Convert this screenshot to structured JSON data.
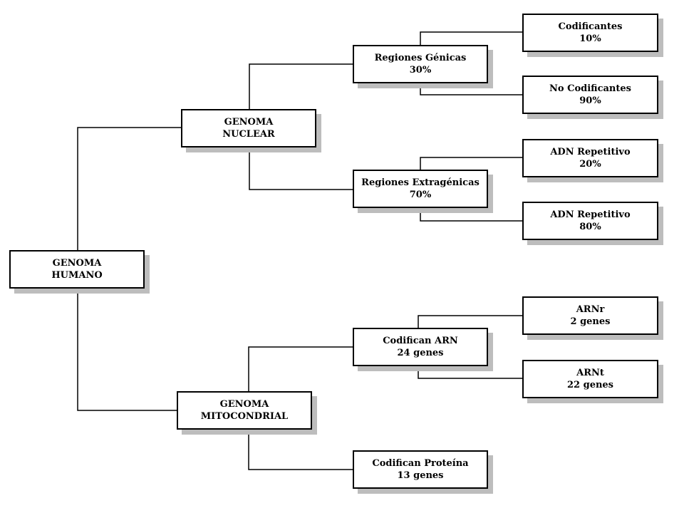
{
  "nodes": {
    "genoma_humano": {
      "line1": "GENOMA",
      "line2": "HUMANO"
    },
    "genoma_nuclear": {
      "line1": "GENOMA",
      "line2": "NUCLEAR"
    },
    "genoma_mitocondrial": {
      "line1": "GENOMA",
      "line2": "MITOCONDRIAL"
    },
    "regiones_genicas": {
      "line1": "Regiones Génicas",
      "line2": "30%"
    },
    "regiones_extragenicas": {
      "line1": "Regiones Extragénicas",
      "line2": "70%"
    },
    "codificantes": {
      "line1": "Codificantes",
      "line2": "10%"
    },
    "no_codificantes": {
      "line1": "No Codificantes",
      "line2": "90%"
    },
    "adn_repetitivo_20": {
      "line1": "ADN Repetitivo",
      "line2": "20%"
    },
    "adn_repetitivo_80": {
      "line1": "ADN Repetitivo",
      "line2": "80%"
    },
    "codifican_arn": {
      "line1": "Codifican ARN",
      "line2": "24 genes"
    },
    "arnr": {
      "line1": "ARNr",
      "line2": "2 genes"
    },
    "arnt": {
      "line1": "ARNt",
      "line2": "22 genes"
    },
    "codifican_proteina": {
      "line1": "Codifican Proteína",
      "line2": "13 genes"
    }
  },
  "colors": {
    "border": "#000000",
    "shadow": "#bdbdbd",
    "background": "#ffffff"
  }
}
